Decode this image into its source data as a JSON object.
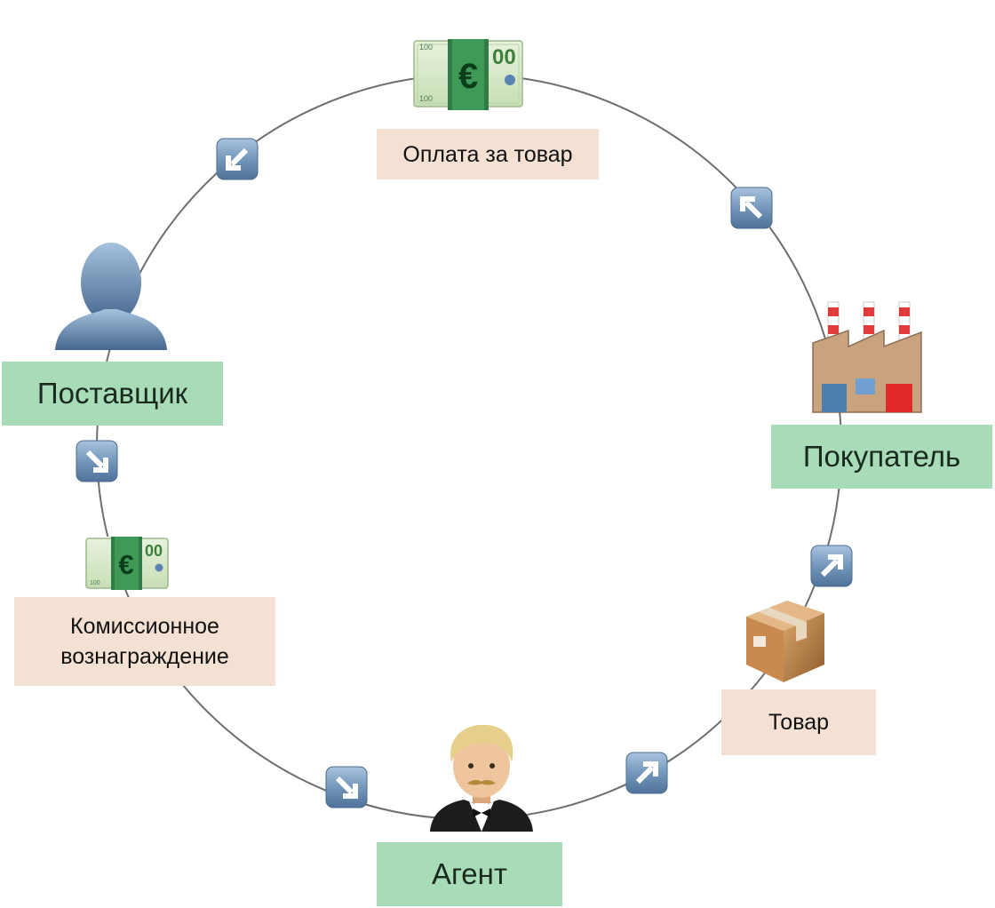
{
  "nodes": {
    "supplier": {
      "label": "Поставщик",
      "icon": "person-silhouette-icon"
    },
    "buyer": {
      "label": "Покупатель",
      "icon": "factory-icon"
    },
    "agent": {
      "label": "Агент",
      "icon": "man-in-tuxedo-icon"
    }
  },
  "flows": {
    "payment": {
      "label": "Оплата за товар",
      "icon": "euro-banknote-icon"
    },
    "goods": {
      "label": "Товар",
      "icon": "package-box-icon"
    },
    "commission": {
      "label_line1": "Комиссионное",
      "label_line2": "вознаграждение",
      "icon": "euro-banknote-icon"
    }
  },
  "arrows": [
    {
      "name": "arrow-up-left-icon",
      "direction": "up-left"
    },
    {
      "name": "arrow-down-left-icon",
      "direction": "down-left"
    },
    {
      "name": "arrow-down-right-icon",
      "direction": "down-right"
    },
    {
      "name": "arrow-down-right-icon",
      "direction": "down-right"
    },
    {
      "name": "arrow-up-right-icon",
      "direction": "up-right"
    },
    {
      "name": "arrow-up-right-icon",
      "direction": "up-right"
    }
  ],
  "colors": {
    "role_box": "#a8dcb9",
    "flow_box": "#f5e1d3",
    "circle_line": "#6e6e6e",
    "arrow_button": "#6f90b2"
  }
}
